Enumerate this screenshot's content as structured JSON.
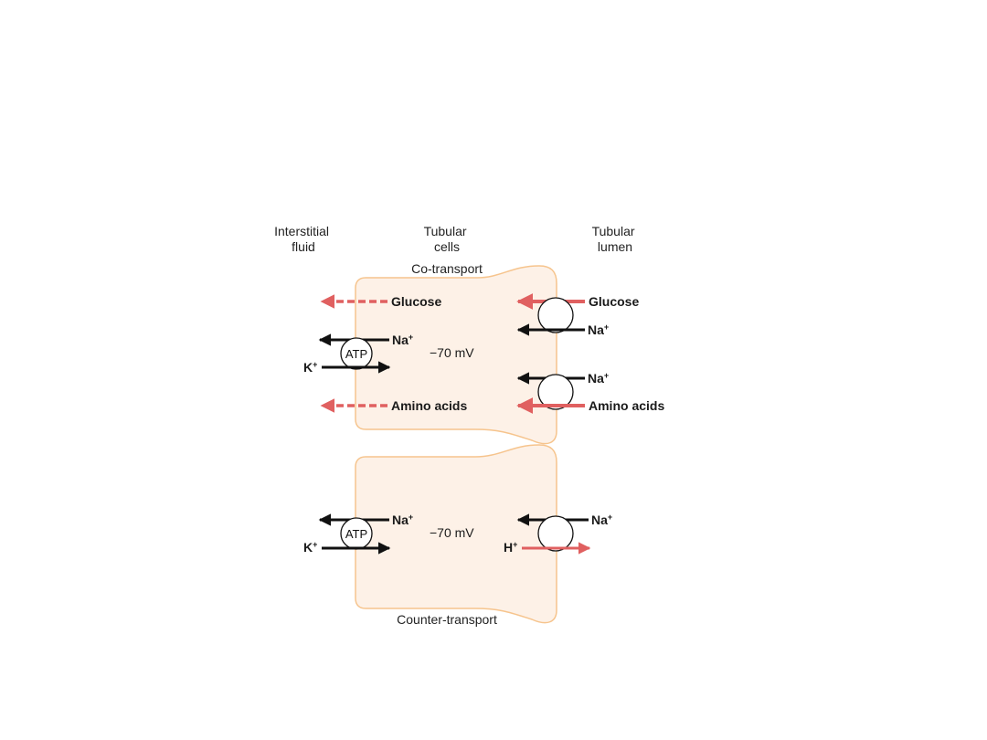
{
  "headers": {
    "interstitial": [
      "Interstitial",
      "fluid"
    ],
    "cells": [
      "Tubular",
      "cells"
    ],
    "lumen": [
      "Tubular",
      "lumen"
    ]
  },
  "co_transport": {
    "title": "Co-transport",
    "glucose_out": "Glucose",
    "amino_out": "Amino acids",
    "na_pump": "Na",
    "k_pump": "K",
    "atp": "ATP",
    "potential": "−70 mV",
    "glucose_in": "Glucose",
    "na_in_1": "Na",
    "na_in_2": "Na",
    "amino_in": "Amino acids"
  },
  "counter_transport": {
    "title": "Counter-transport",
    "na_pump": "Na",
    "k_pump": "K",
    "atp": "ATP",
    "potential": "−70 mV",
    "na_in": "Na",
    "h_out": "H"
  },
  "plus": "+",
  "colors": {
    "cell_fill": "#fdf1e7",
    "cell_border": "#f6c48d",
    "red_arrow": "#e06060",
    "black": "#111111"
  }
}
